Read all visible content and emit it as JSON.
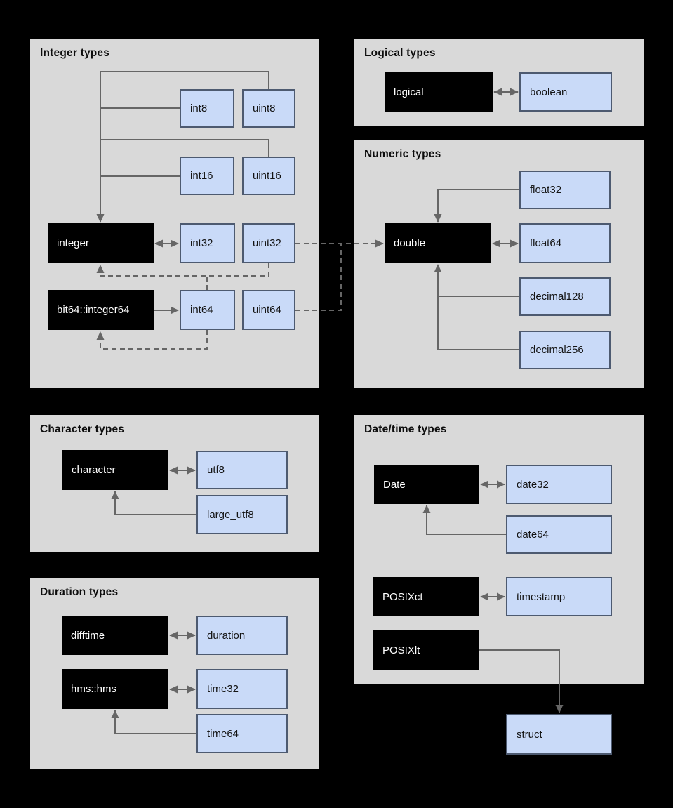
{
  "colors": {
    "background": "#000000",
    "panel": "#d9d9d9",
    "r_type_fill": "#000000",
    "r_type_text": "#ffffff",
    "arrow_type_fill": "#c9daf8",
    "arrow_type_border": "#4d5a70",
    "line": "#666666",
    "title_text": "#0d0d0d"
  },
  "panels": [
    {
      "id": "integer-types",
      "title": "Integer types"
    },
    {
      "id": "logical-types",
      "title": "Logical types"
    },
    {
      "id": "numeric-types",
      "title": "Numeric types"
    },
    {
      "id": "character-types",
      "title": "Character types"
    },
    {
      "id": "datetime-types",
      "title": "Date/time types"
    },
    {
      "id": "duration-types",
      "title": "Duration types"
    }
  ],
  "nodes": [
    {
      "id": "int8",
      "label": "int8",
      "kind": "arrow",
      "panel": "integer-types"
    },
    {
      "id": "uint8",
      "label": "uint8",
      "kind": "arrow",
      "panel": "integer-types"
    },
    {
      "id": "int16",
      "label": "int16",
      "kind": "arrow",
      "panel": "integer-types"
    },
    {
      "id": "uint16",
      "label": "uint16",
      "kind": "arrow",
      "panel": "integer-types"
    },
    {
      "id": "integer",
      "label": "integer",
      "kind": "r",
      "panel": "integer-types"
    },
    {
      "id": "int32",
      "label": "int32",
      "kind": "arrow",
      "panel": "integer-types"
    },
    {
      "id": "uint32",
      "label": "uint32",
      "kind": "arrow",
      "panel": "integer-types"
    },
    {
      "id": "bit64-integer64",
      "label": "bit64::integer64",
      "kind": "r",
      "panel": "integer-types"
    },
    {
      "id": "int64",
      "label": "int64",
      "kind": "arrow",
      "panel": "integer-types"
    },
    {
      "id": "uint64",
      "label": "uint64",
      "kind": "arrow",
      "panel": "integer-types"
    },
    {
      "id": "logical",
      "label": "logical",
      "kind": "r",
      "panel": "logical-types"
    },
    {
      "id": "boolean",
      "label": "boolean",
      "kind": "arrow",
      "panel": "logical-types"
    },
    {
      "id": "float32",
      "label": "float32",
      "kind": "arrow",
      "panel": "numeric-types"
    },
    {
      "id": "double",
      "label": "double",
      "kind": "r",
      "panel": "numeric-types"
    },
    {
      "id": "float64",
      "label": "float64",
      "kind": "arrow",
      "panel": "numeric-types"
    },
    {
      "id": "decimal128",
      "label": "decimal128",
      "kind": "arrow",
      "panel": "numeric-types"
    },
    {
      "id": "decimal256",
      "label": "decimal256",
      "kind": "arrow",
      "panel": "numeric-types"
    },
    {
      "id": "character",
      "label": "character",
      "kind": "r",
      "panel": "character-types"
    },
    {
      "id": "utf8",
      "label": "utf8",
      "kind": "arrow",
      "panel": "character-types"
    },
    {
      "id": "large-utf8",
      "label": "large_utf8",
      "kind": "arrow",
      "panel": "character-types"
    },
    {
      "id": "date",
      "label": "Date",
      "kind": "r",
      "panel": "datetime-types"
    },
    {
      "id": "date32",
      "label": "date32",
      "kind": "arrow",
      "panel": "datetime-types"
    },
    {
      "id": "date64",
      "label": "date64",
      "kind": "arrow",
      "panel": "datetime-types"
    },
    {
      "id": "posixct",
      "label": "POSIXct",
      "kind": "r",
      "panel": "datetime-types"
    },
    {
      "id": "timestamp",
      "label": "timestamp",
      "kind": "arrow",
      "panel": "datetime-types"
    },
    {
      "id": "posixlt",
      "label": "POSIXlt",
      "kind": "r",
      "panel": "datetime-types"
    },
    {
      "id": "struct",
      "label": "struct",
      "kind": "arrow",
      "panel": null
    },
    {
      "id": "difftime",
      "label": "difftime",
      "kind": "r",
      "panel": "duration-types"
    },
    {
      "id": "duration",
      "label": "duration",
      "kind": "arrow",
      "panel": "duration-types"
    },
    {
      "id": "hms-hms",
      "label": "hms::hms",
      "kind": "r",
      "panel": "duration-types"
    },
    {
      "id": "time32",
      "label": "time32",
      "kind": "arrow",
      "panel": "duration-types"
    },
    {
      "id": "time64",
      "label": "time64",
      "kind": "arrow",
      "panel": "duration-types"
    }
  ],
  "edges": [
    {
      "id": "uint8-integer",
      "from": "uint8",
      "to": "integer",
      "direction": "one-way",
      "style": "solid"
    },
    {
      "id": "int8-integer",
      "from": "int8",
      "to": "integer",
      "direction": "one-way",
      "style": "solid"
    },
    {
      "id": "uint16-integer",
      "from": "uint16",
      "to": "integer",
      "direction": "one-way",
      "style": "solid"
    },
    {
      "id": "int16-integer",
      "from": "int16",
      "to": "integer",
      "direction": "one-way",
      "style": "solid"
    },
    {
      "id": "integer-int32",
      "from": "integer",
      "to": "int32",
      "direction": "two-way",
      "style": "solid"
    },
    {
      "id": "bit64-int64",
      "from": "bit64-integer64",
      "to": "int64",
      "direction": "one-way",
      "style": "solid"
    },
    {
      "id": "uint32-integer",
      "from": "uint32",
      "to": "integer",
      "direction": "one-way",
      "style": "dashed"
    },
    {
      "id": "int64-integer",
      "from": "int64",
      "to": "integer",
      "direction": "one-way",
      "style": "dashed"
    },
    {
      "id": "int64-bit64",
      "from": "int64",
      "to": "bit64-integer64",
      "direction": "one-way",
      "style": "dashed"
    },
    {
      "id": "uint32-double",
      "from": "uint32",
      "to": "double",
      "direction": "one-way",
      "style": "dashed"
    },
    {
      "id": "uint64-double",
      "from": "uint64",
      "to": "double",
      "direction": "one-way",
      "style": "dashed"
    },
    {
      "id": "logical-boolean",
      "from": "logical",
      "to": "boolean",
      "direction": "two-way",
      "style": "solid"
    },
    {
      "id": "float32-double",
      "from": "float32",
      "to": "double",
      "direction": "one-way",
      "style": "solid"
    },
    {
      "id": "double-float64",
      "from": "double",
      "to": "float64",
      "direction": "two-way",
      "style": "solid"
    },
    {
      "id": "decimal128-double",
      "from": "decimal128",
      "to": "double",
      "direction": "one-way",
      "style": "solid"
    },
    {
      "id": "decimal256-double",
      "from": "decimal256",
      "to": "double",
      "direction": "one-way",
      "style": "solid"
    },
    {
      "id": "character-utf8",
      "from": "character",
      "to": "utf8",
      "direction": "two-way",
      "style": "solid"
    },
    {
      "id": "largeutf8-character",
      "from": "large-utf8",
      "to": "character",
      "direction": "one-way",
      "style": "solid"
    },
    {
      "id": "date-date32",
      "from": "date",
      "to": "date32",
      "direction": "two-way",
      "style": "solid"
    },
    {
      "id": "date64-date",
      "from": "date64",
      "to": "date",
      "direction": "one-way",
      "style": "solid"
    },
    {
      "id": "posixct-timestamp",
      "from": "posixct",
      "to": "timestamp",
      "direction": "two-way",
      "style": "solid"
    },
    {
      "id": "posixlt-struct",
      "from": "posixlt",
      "to": "struct",
      "direction": "one-way",
      "style": "solid"
    },
    {
      "id": "difftime-duration",
      "from": "difftime",
      "to": "duration",
      "direction": "two-way",
      "style": "solid"
    },
    {
      "id": "hms-time32",
      "from": "hms-hms",
      "to": "time32",
      "direction": "two-way",
      "style": "solid"
    },
    {
      "id": "time64-hms",
      "from": "time64",
      "to": "hms-hms",
      "direction": "one-way",
      "style": "solid"
    }
  ]
}
